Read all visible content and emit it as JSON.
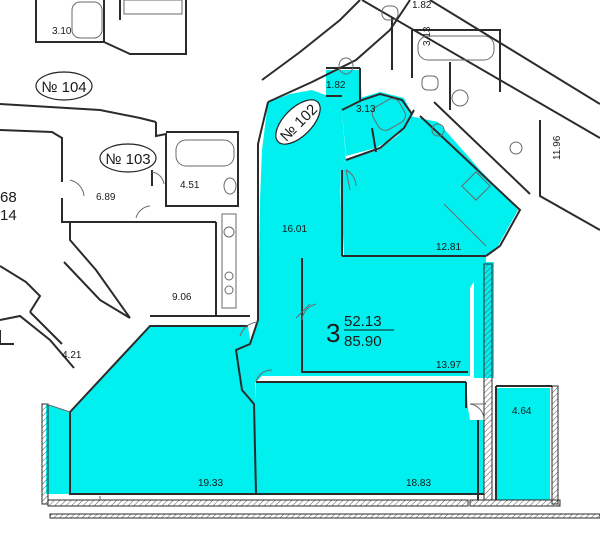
{
  "colors": {
    "highlight": "#00f0f0",
    "wall": "#2b2b2b",
    "line": "#6a6a6a",
    "background": "#ffffff"
  },
  "apartments": {
    "a102": {
      "label": "№ 102"
    },
    "a103": {
      "label": "№ 103"
    },
    "a104": {
      "label": "№ 104"
    }
  },
  "areas": {
    "top_left": "3.10",
    "top_right": "1.82",
    "top_right_bath": "3.13",
    "right_room": "11.96",
    "a102_wc": "1.82",
    "a102_bath": "3.13",
    "a102_hall": "16.01",
    "a102_kitchen": "12.81",
    "a102_room_mid": "13.97",
    "a102_balcony": "4.64",
    "a102_room_left": "19.33",
    "a102_room_right": "18.83",
    "a103_hall": "6.89",
    "a103_bath": "4.51",
    "a103_kitchen": "9.06",
    "a103_loggia": "4.21",
    "left_cut_top": "68",
    "left_cut_bottom": "14"
  },
  "summary": {
    "rooms": "3",
    "living_area": "52.13",
    "total_area": "85.90"
  }
}
